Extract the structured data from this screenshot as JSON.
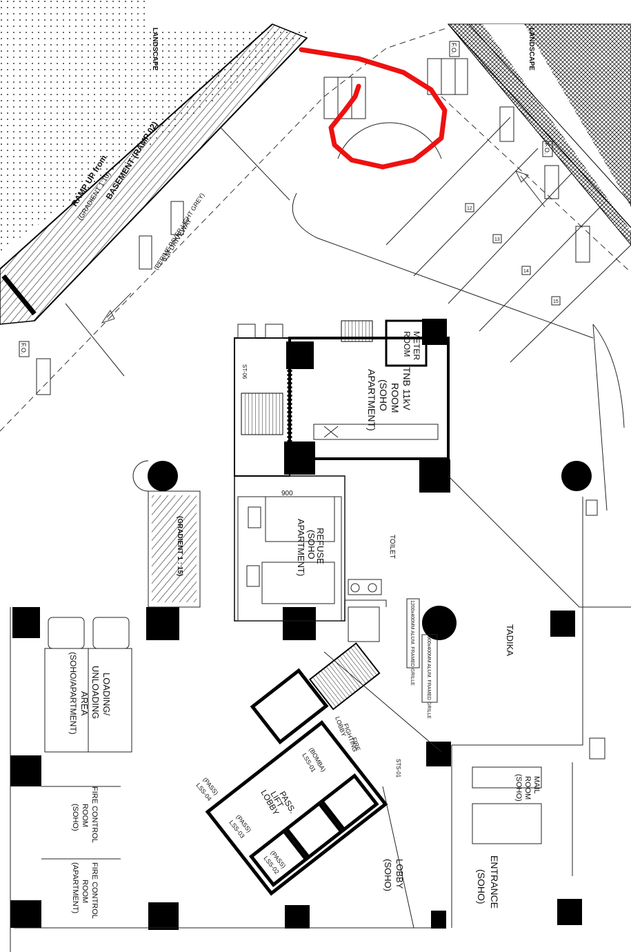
{
  "rooms": {
    "tnb": [
      "TNB 11kV",
      "ROOM",
      "(SOHO",
      "APARTMENT)"
    ],
    "meter": [
      "METER",
      "ROOM"
    ],
    "refuse": [
      "REFUSE",
      "(SOHO",
      "APARTMENT)"
    ],
    "toilet": "TOILET",
    "tadika": "TADIKA",
    "loading": [
      "LOADING/",
      "UNLOADING",
      "AREA",
      "(SOHO/APARTMENT)"
    ],
    "fire_control_soho": [
      "FIRE CONTROL",
      "ROOM",
      "(SOHO)"
    ],
    "fire_control_apartment": [
      "FIRE CONTROL",
      "ROOM",
      "(APARTMENT)"
    ],
    "pass_lift_lobby": [
      "PASS.",
      "LIFT",
      "LOBBY"
    ],
    "lobby_soho": [
      "LOBBY",
      "(SOHO)"
    ],
    "entrance_soho": [
      "ENTRANCE",
      "(SOHO)"
    ],
    "mail_room": [
      "MAIL",
      "ROOM",
      "(SOHO)"
    ],
    "fire_fighting_lobby": [
      "FIRE",
      "FIGHTING",
      "LOBBY"
    ]
  },
  "lifts": [
    {
      "id": "LSS-04",
      "type": "(PASS)"
    },
    {
      "id": "LSS-03",
      "type": "(PASS)"
    },
    {
      "id": "LSS-02",
      "type": "(PASS)"
    },
    {
      "id": "LSS-01",
      "type": "(BOMBA)"
    }
  ],
  "stairs": {
    "st06": "ST-06",
    "st01": "STS-01"
  },
  "ramp": {
    "label": "BASEMENT (RAMP 02)",
    "label2": "RAMP UP from",
    "gradient": "(GRADIENT 1:10)"
  },
  "driveway": {
    "line1": "6 M DRIVEWAY",
    "line2": "(PERIME PAVER-LIGHT GREY)"
  },
  "gradient_ramp": "(GRADIENT 1 : 15)",
  "landscape": {
    "left": "LANDSCAPE",
    "right": "LANDSCAPE"
  },
  "fire_outlet_tags": [
    "F.O.",
    "F.O.",
    "F.O."
  ],
  "parking_tags": [
    "12",
    "13",
    "14",
    "15"
  ],
  "grille_notes": [
    "1200x400MM ALUM. FRAMED GRILLE",
    "900x400MM ALUM. FRAMED GRILLE"
  ],
  "dimension": "900",
  "markup": {
    "color": "#ee1111"
  }
}
